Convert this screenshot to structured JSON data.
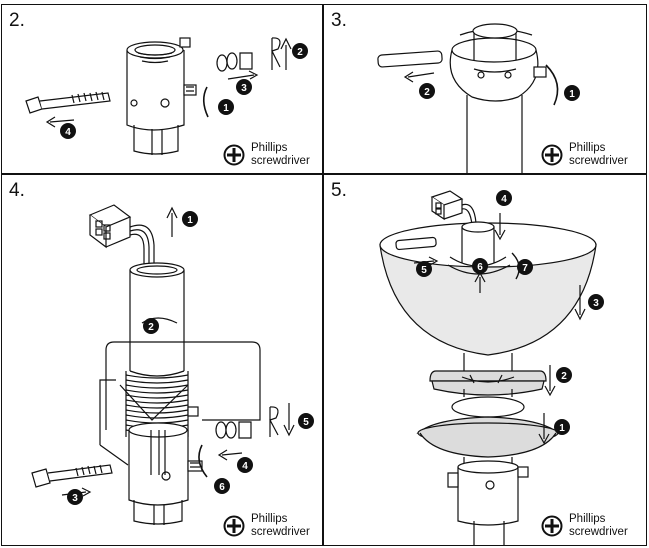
{
  "panels": [
    {
      "step": "2."
    },
    {
      "step": "3."
    },
    {
      "step": "4."
    },
    {
      "step": "5."
    }
  ],
  "tool": {
    "line1": "Phillips",
    "line2": "screwdriver",
    "icon": "phillips-head-icon"
  },
  "callouts": {
    "p2": [
      "1",
      "2",
      "3",
      "4"
    ],
    "p3": [
      "1",
      "2"
    ],
    "p4": [
      "1",
      "2",
      "3",
      "4",
      "5",
      "6"
    ],
    "p5": [
      "1",
      "2",
      "3",
      "4",
      "5",
      "6",
      "7"
    ]
  },
  "colors": {
    "line": "#111111",
    "bowl": "#e9e9e9",
    "canopy": "#dcdcdc"
  }
}
